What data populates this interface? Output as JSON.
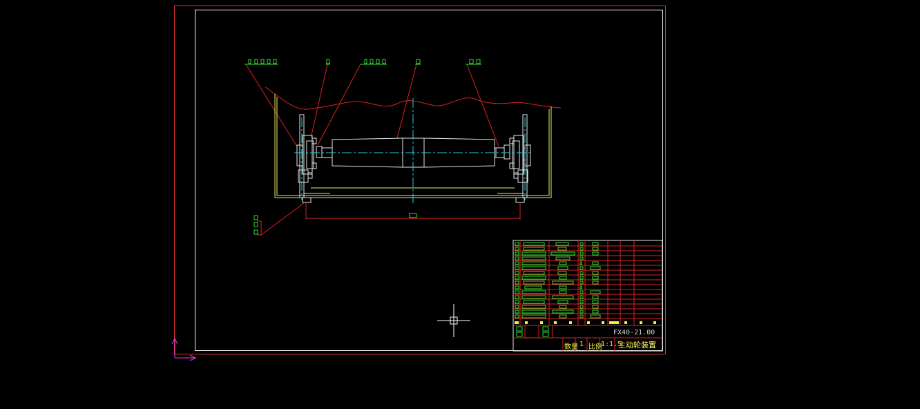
{
  "title_block": {
    "drawing_number": "FX40-21.00",
    "title": "主动轮装置",
    "quantity_label": "数量",
    "quantity_value": "1",
    "scale_label": "比例",
    "scale_value": "1:1.5"
  },
  "colors": {
    "frame_red": "#e03030",
    "frame_white": "#ffffff",
    "leader_red": "#e02020",
    "body_yellow": "#f0f060",
    "center_cyan": "#20d0e0",
    "label_green": "#30e030",
    "axis_magenta": "#e040e0"
  },
  "icons": {
    "cursor": "crosshair-cursor-icon",
    "ucs": "ucs-axis-icon"
  }
}
